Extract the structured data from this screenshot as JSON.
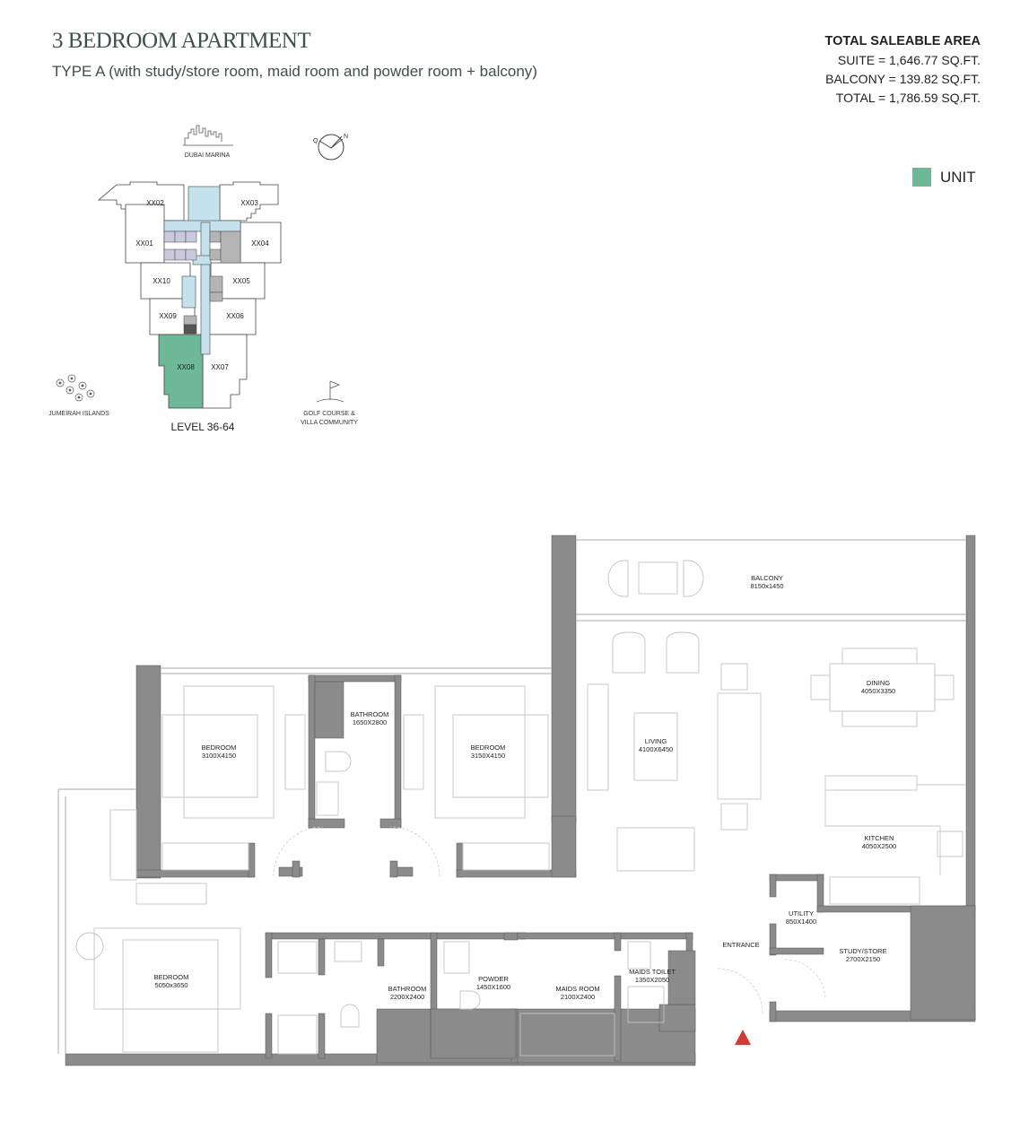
{
  "header": {
    "title": "3 BEDROOM APARTMENT",
    "subtitle": "TYPE A (with study/store room, maid room and powder room + balcony)"
  },
  "area": {
    "heading": "TOTAL SALEABLE AREA",
    "suite": "SUITE = 1,646.77 SQ.FT.",
    "balcony": "BALCONY = 139.82 SQ.FT.",
    "total": "TOTAL = 1,786.59 SQ.FT."
  },
  "legend": {
    "label": "UNIT",
    "color": "#6db896"
  },
  "colors": {
    "title": "#3c5248",
    "wall": "#8a8b8a",
    "core": "#c5e1ee",
    "lift": "#c9c8dc",
    "service": "#b4b4b4",
    "unit": "#6db896",
    "entrance_marker": "#d23a33"
  },
  "keyplan": {
    "level": "LEVEL 36-64",
    "landmarks": {
      "dubai_marina": "DUBAI MARINA",
      "jumeirah_islands": "JUMEIRAH ISLANDS",
      "golf_line1": "GOLF COURSE &",
      "golf_line2": "VILLA COMMUNITY"
    },
    "compass": {
      "left": "Q",
      "right": "N"
    },
    "units": [
      "XX01",
      "XX02",
      "XX03",
      "XX04",
      "XX05",
      "XX06",
      "XX07",
      "XX08",
      "XX09",
      "XX10"
    ],
    "highlighted_unit": "XX08"
  },
  "rooms": {
    "balcony": {
      "name": "BALCONY",
      "dims": "8150x1450"
    },
    "living": {
      "name": "LIVING",
      "dims": "4100X6450"
    },
    "dining": {
      "name": "DINING",
      "dims": "4050X3350"
    },
    "kitchen": {
      "name": "KITCHEN",
      "dims": "4050X2500"
    },
    "bedroom1": {
      "name": "BEDROOM",
      "dims": "3100X4150"
    },
    "bathroom1": {
      "name": "BATHROOM",
      "dims": "1650X2800"
    },
    "bedroom2": {
      "name": "BEDROOM",
      "dims": "3150X4150"
    },
    "bedroom3": {
      "name": "BEDROOM",
      "dims": "5050x3650"
    },
    "bathroom2": {
      "name": "BATHROOM",
      "dims": "2200X2400"
    },
    "powder": {
      "name": "POWDER",
      "dims": "1450X1600"
    },
    "maids_room": {
      "name": "MAIDS ROOM",
      "dims": "2100X2400"
    },
    "maids_toilet": {
      "name": "MAIDS TOILET",
      "dims": "1350X2050"
    },
    "utility": {
      "name": "UTILITY",
      "dims": "850X1400"
    },
    "study": {
      "name": "STUDY/STORE",
      "dims": "2700X2150"
    },
    "entrance": {
      "name": "ENTRANCE"
    }
  }
}
